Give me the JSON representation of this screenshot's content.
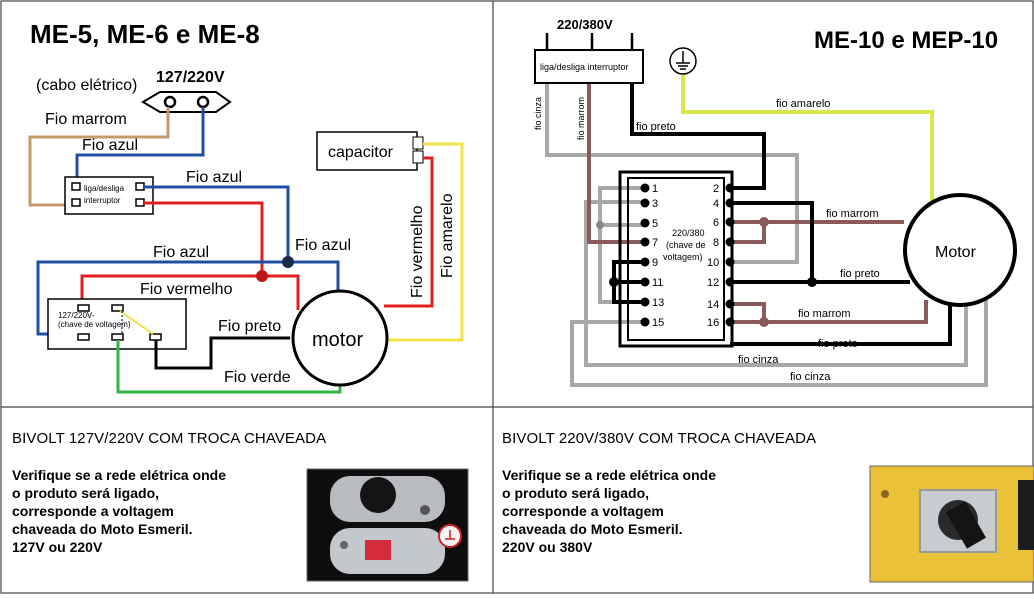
{
  "left_diagram": {
    "title": "ME-5, ME-6 e ME-8",
    "cable_label": "(cabo elétrico)",
    "voltage": "127/220V",
    "wires": {
      "brown": "Fio marrom",
      "blue_1": "Fio azul",
      "blue_2": "Fio azul",
      "blue_3": "Fio azul",
      "blue_4": "Fio azul",
      "red": "Fio vermelho",
      "black": "Fio preto",
      "green": "Fio verde",
      "red_vertical": "Fio vermelho",
      "yellow_vertical": "Fio amarelo"
    },
    "switch_label_1": "liga/desliga",
    "switch_label_2": "interruptor",
    "capacitor": "capacitor",
    "voltage_switch_1": "127/220V-",
    "voltage_switch_2": "(chave de voltagem)",
    "motor": "motor"
  },
  "right_diagram": {
    "title": "ME-10 e MEP-10",
    "voltage": "220/380V",
    "switch_label": "liga/desliga interruptor",
    "wires": {
      "cinza_vertical": "fio cinza",
      "marrom_vertical": "fio marrom",
      "preto_top": "fio preto",
      "amarelo": "fio amarelo",
      "marrom_6": "fio marrom",
      "preto_12": "fio preto",
      "marrom_14": "fio marrom",
      "preto_bottom": "fio preto",
      "cinza_bottom_1": "fio cinza",
      "cinza_bottom_2": "fio cinza"
    },
    "terminals_left": [
      "1",
      "3",
      "5",
      "7",
      "9",
      "11",
      "13",
      "15"
    ],
    "terminals_right": [
      "2",
      "4",
      "6",
      "8",
      "10",
      "12",
      "14",
      "16"
    ],
    "switch_box_1": "220/380",
    "switch_box_2": "(chave de",
    "switch_box_3": "voltagem)",
    "motor": "Motor"
  },
  "bottom_left": {
    "heading": "BIVOLT 127V/220V COM TROCA CHAVEADA",
    "lines": [
      "Verifique se a rede elétrica onde",
      "o produto será ligado,",
      "corresponde a voltagem",
      "chaveada do Moto Esmeril.",
      "127V ou 220V"
    ]
  },
  "bottom_right": {
    "heading": "BIVOLT 220V/380V COM TROCA CHAVEADA",
    "lines": [
      "Verifique se a rede elétrica onde",
      "o produto será ligado,",
      "corresponde a voltagem",
      "chaveada do Moto Esmeril.",
      "220V ou 380V"
    ]
  },
  "colors": {
    "blue": "#1f4fa3",
    "red": "#e02020",
    "yellow": "#f2e24a",
    "green": "#35b34a",
    "brown": "#c49a6c",
    "brown_right": "#8a5a5a",
    "gray": "#a8a8a8",
    "lime": "#d9e84a"
  }
}
